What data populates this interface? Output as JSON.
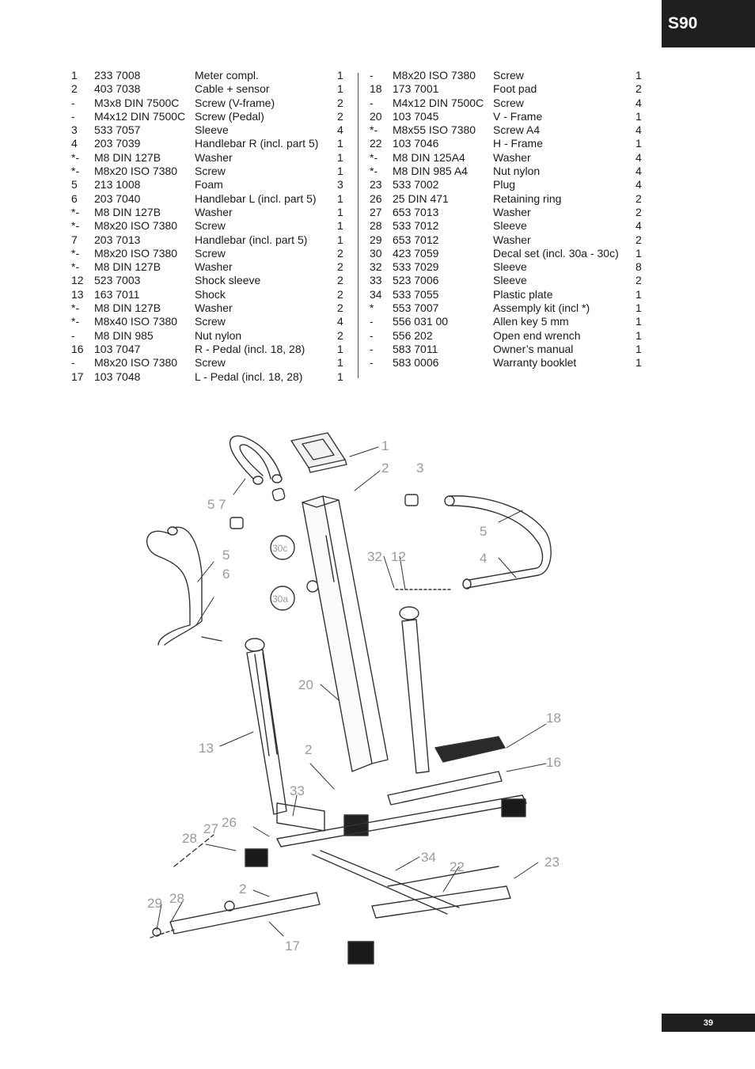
{
  "header": {
    "model": "S90"
  },
  "footer": {
    "page_number": "39"
  },
  "parts_left": [
    {
      "no": "1",
      "part": "233 7008",
      "desc": "Meter compl.",
      "qty": "1"
    },
    {
      "no": "2",
      "part": "403 7038",
      "desc": "Cable + sensor",
      "qty": "1"
    },
    {
      "no": "-",
      "part": "M3x8 DIN 7500C",
      "desc": "Screw (V-frame)",
      "qty": "2"
    },
    {
      "no": "-",
      "part": "M4x12 DIN 7500C",
      "desc": "Screw (Pedal)",
      "qty": "2"
    },
    {
      "no": "3",
      "part": "533 7057",
      "desc": "Sleeve",
      "qty": "4"
    },
    {
      "no": "4",
      "part": "203 7039",
      "desc": "Handlebar R  (incl. part 5)",
      "qty": "1"
    },
    {
      "no": "*-",
      "part": "M8 DIN 127B",
      "desc": "Washer",
      "qty": "1"
    },
    {
      "no": "*-",
      "part": "M8x20 ISO 7380",
      "desc": "Screw",
      "qty": "1"
    },
    {
      "no": "5",
      "part": "213 1008",
      "desc": "Foam",
      "qty": "3"
    },
    {
      "no": "6",
      "part": "203 7040",
      "desc": "Handlebar L  (incl. part 5)",
      "qty": "1"
    },
    {
      "no": "*-",
      "part": "M8 DIN 127B",
      "desc": "Washer",
      "qty": "1"
    },
    {
      "no": "*-",
      "part": "M8x20 ISO 7380",
      "desc": "Screw",
      "qty": "1"
    },
    {
      "no": "7",
      "part": "203 7013",
      "desc": "Handlebar  (incl. part 5)",
      "qty": "1"
    },
    {
      "no": "*-",
      "part": "M8x20 ISO 7380",
      "desc": "Screw",
      "qty": "2"
    },
    {
      "no": "*-",
      "part": "M8 DIN 127B",
      "desc": "Washer",
      "qty": "2"
    },
    {
      "no": "12",
      "part": "523 7003",
      "desc": "Shock sleeve",
      "qty": "2"
    },
    {
      "no": "13",
      "part": "163 7011",
      "desc": "Shock",
      "qty": "2"
    },
    {
      "no": "*-",
      "part": "M8 DIN 127B",
      "desc": "Washer",
      "qty": "2"
    },
    {
      "no": "*-",
      "part": "M8x40 ISO 7380",
      "desc": "Screw",
      "qty": "4"
    },
    {
      "no": "-",
      "part": "M8 DIN 985",
      "desc": "Nut  nylon",
      "qty": "2"
    },
    {
      "no": "16",
      "part": "103 7047",
      "desc": "R - Pedal (incl. 18, 28)",
      "qty": "1"
    },
    {
      "no": "-",
      "part": "M8x20 ISO 7380",
      "desc": "Screw",
      "qty": "1"
    },
    {
      "no": "17",
      "part": "103 7048",
      "desc": "L - Pedal (incl. 18, 28)",
      "qty": "1"
    }
  ],
  "parts_right": [
    {
      "no": "-",
      "part": "M8x20 ISO 7380",
      "desc": "Screw",
      "qty": "1"
    },
    {
      "no": "18",
      "part": "173 7001",
      "desc": "Foot pad",
      "qty": "2"
    },
    {
      "no": "-",
      "part": "M4x12 DIN 7500C",
      "desc": "Screw",
      "qty": "4"
    },
    {
      "no": "20",
      "part": "103 7045",
      "desc": "V - Frame",
      "qty": "1"
    },
    {
      "no": "*-",
      "part": "M8x55 ISO 7380",
      "desc": "Screw A4",
      "qty": "4"
    },
    {
      "no": "22",
      "part": "103 7046",
      "desc": "H - Frame",
      "qty": "1"
    },
    {
      "no": "*-",
      "part": "M8 DIN 125A4",
      "desc": "Washer",
      "qty": "4"
    },
    {
      "no": "*-",
      "part": "M8 DIN 985 A4",
      "desc": "Nut nylon",
      "qty": "4"
    },
    {
      "no": "23",
      "part": "533 7002",
      "desc": "Plug",
      "qty": "4"
    },
    {
      "no": "26",
      "part": "25 DIN 471",
      "desc": "Retaining ring",
      "qty": "2"
    },
    {
      "no": "27",
      "part": "653 7013",
      "desc": "Washer",
      "qty": "2"
    },
    {
      "no": "28",
      "part": "533 7012",
      "desc": "Sleeve",
      "qty": "4"
    },
    {
      "no": "29",
      "part": "653 7012",
      "desc": "Washer",
      "qty": "2"
    },
    {
      "no": "30",
      "part": "423 7059",
      "desc": "Decal set (incl. 30a - 30c)",
      "qty": "1"
    },
    {
      "no": "32",
      "part": "533 7029",
      "desc": "Sleeve",
      "qty": "8"
    },
    {
      "no": "33",
      "part": "523 7006",
      "desc": "Sleeve",
      "qty": "2"
    },
    {
      "no": "34",
      "part": "533 7055",
      "desc": "Plastic plate",
      "qty": "1"
    },
    {
      "no": "*",
      "part": "553 7007",
      "desc": "Assemply kit (incl *)",
      "qty": "1"
    },
    {
      "no": "-",
      "part": "556 031 00",
      "desc": "Allen key 5 mm",
      "qty": "1"
    },
    {
      "no": "-",
      "part": "556 202",
      "desc": "Open end wrench",
      "qty": "1"
    },
    {
      "no": "-",
      "part": "583 7011",
      "desc": "Owner’s manual",
      "qty": "1"
    },
    {
      "no": "-",
      "part": "583 0006",
      "desc": "Warranty booklet",
      "qty": "1"
    }
  ],
  "diagram": {
    "callouts": {
      "c1": "1",
      "c2": "2",
      "c3": "3",
      "c57": "5 7",
      "c5r": "5",
      "c4": "4",
      "c5l": "5",
      "c6": "6",
      "c30c": "30c",
      "c30a": "30a",
      "c32": "32",
      "c12": "12",
      "c20": "20",
      "c13": "13",
      "c18": "18",
      "c16": "16",
      "c2b": "2",
      "c33": "33",
      "c27": "27",
      "c26": "26",
      "c28a": "28",
      "c34": "34",
      "c22": "22",
      "c23": "23",
      "c29": "29",
      "c28b": "28",
      "c2c": "2",
      "c17": "17"
    }
  }
}
